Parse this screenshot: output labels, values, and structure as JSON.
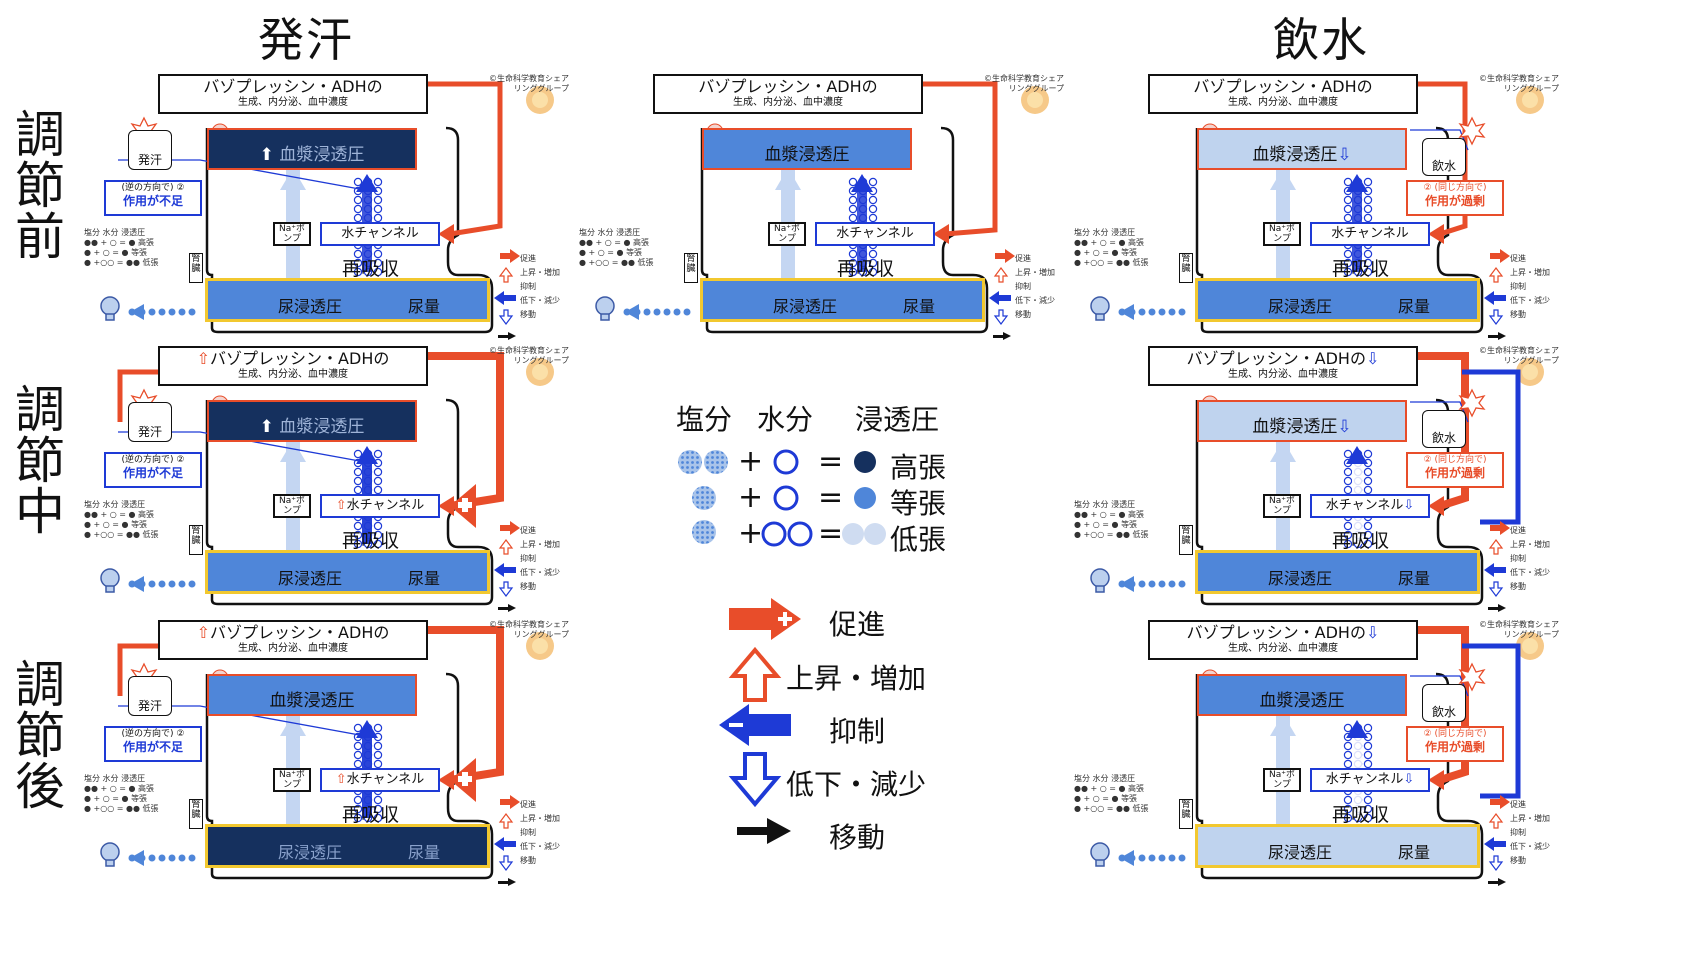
{
  "columns": {
    "left": "発汗",
    "right": "飲水"
  },
  "rows": [
    "調節前",
    "調節中",
    "調節後"
  ],
  "panel_text": {
    "adh_title": "バゾプレッシン・ADHの",
    "adh_sub": "生成、内分泌、血中濃度",
    "credit": "©生命科学教育シェアリンググループ",
    "plasma": "血漿浸透圧",
    "urine_osm": "尿浸透圧",
    "urine_vol": "尿量",
    "na_pump": "Na⁺ポンプ",
    "water_channel": "水チャンネル",
    "reabsorption": "再吸収",
    "kidney": "腎臓",
    "sweat": "発汗",
    "drink": "飲水",
    "note_reverse_top": "(逆の方向で) ②",
    "note_reverse_main": "作用が不足",
    "note_same_top": "② (同じ方向で)",
    "note_same_main": "作用が過剰",
    "mini_legend": [
      "塩分 水分 浸透圧",
      "●● + ○ = ● 高張",
      "● + ○ = ● 等張",
      "● +○○ = ●● 低張"
    ],
    "mini_right": [
      "促進",
      "上昇・増加",
      "抑制",
      "低下・減少",
      "移動"
    ]
  },
  "legend": {
    "headers": [
      "塩分",
      "水分",
      "浸透圧"
    ],
    "rows": [
      {
        "lhs": "+",
        "eq": "=",
        "label": "高張"
      },
      {
        "lhs": "+",
        "eq": "=",
        "label": "等張"
      },
      {
        "lhs": "+",
        "eq": "=",
        "label": "低張"
      }
    ],
    "arrows": [
      "促進",
      "上昇・増加",
      "抑制",
      "低下・減少",
      "移動"
    ]
  },
  "colors": {
    "red": "#e84d2a",
    "blue": "#1e3ad6",
    "navy": "#15305e",
    "mid_blue": "#4f86d9",
    "light_blue": "#bfd3ee",
    "yellow": "#f2c82f"
  }
}
